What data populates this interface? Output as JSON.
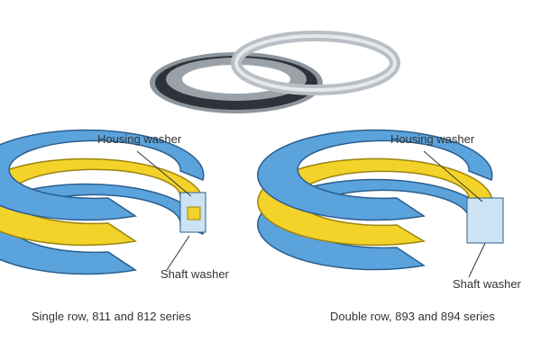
{
  "labels": {
    "left_housing": "Housing washer",
    "left_shaft": "Shaft washer",
    "right_housing": "Housing washer",
    "right_shaft": "Shaft washer"
  },
  "captions": {
    "left": "Single row, 811 and 812 series",
    "right": "Double row, 893 and 894 series"
  },
  "colors": {
    "washer": "#5ba3dc",
    "washer_edge": "#2b5f8e",
    "cage": "#f3d22a",
    "steel": "#c8cdd2"
  }
}
